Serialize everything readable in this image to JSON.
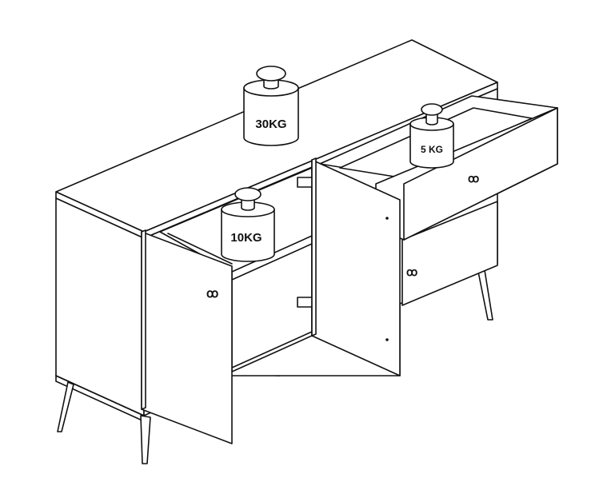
{
  "weights": {
    "top": "30KG",
    "drawer": "5 KG",
    "shelf": "10KG"
  },
  "colors": {
    "line": "#111111",
    "background": "#ffffff"
  }
}
